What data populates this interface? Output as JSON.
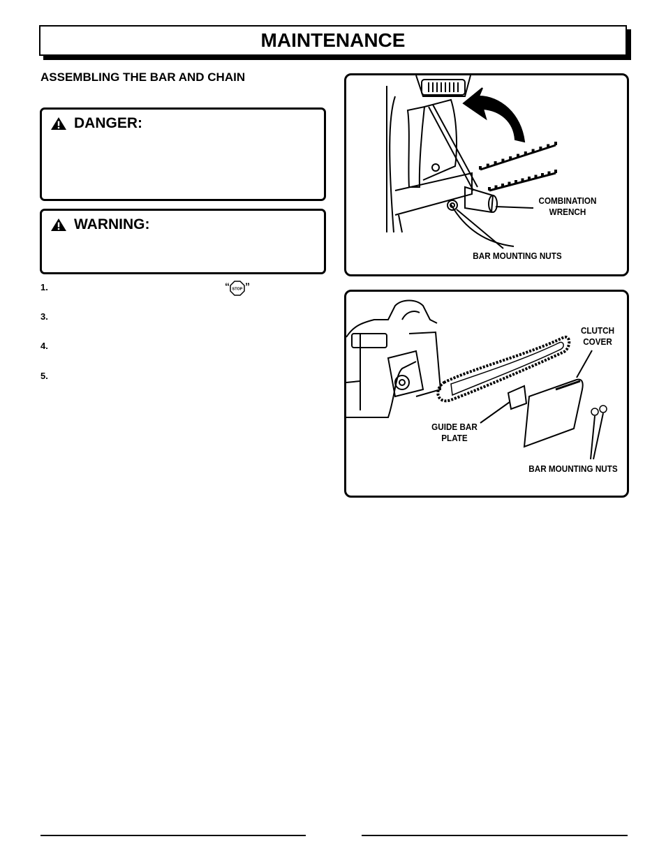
{
  "page": {
    "title": "MAINTENANCE"
  },
  "section": {
    "heading": "ASSEMBLING THE BAR AND CHAIN"
  },
  "danger": {
    "label": "DANGER:",
    "icon": "warning-triangle-icon"
  },
  "warning": {
    "label": "WARNING:",
    "icon": "warning-triangle-icon"
  },
  "steps": [
    {
      "number": "1."
    },
    {
      "number": "3."
    },
    {
      "number": "4."
    },
    {
      "number": "5."
    }
  ],
  "stop_symbol": {
    "open_quote": "“",
    "text": "STOP",
    "close_quote": "”"
  },
  "figure_top": {
    "labels": {
      "combination_wrench": "COMBINATION WRENCH",
      "bar_mounting_nuts": "BAR MOUNTING NUTS"
    }
  },
  "figure_bottom": {
    "labels": {
      "clutch_cover": "CLUTCH COVER",
      "guide_bar_plate": "GUIDE BAR PLATE",
      "bar_mounting_nuts": "BAR MOUNTING NUTS"
    }
  }
}
